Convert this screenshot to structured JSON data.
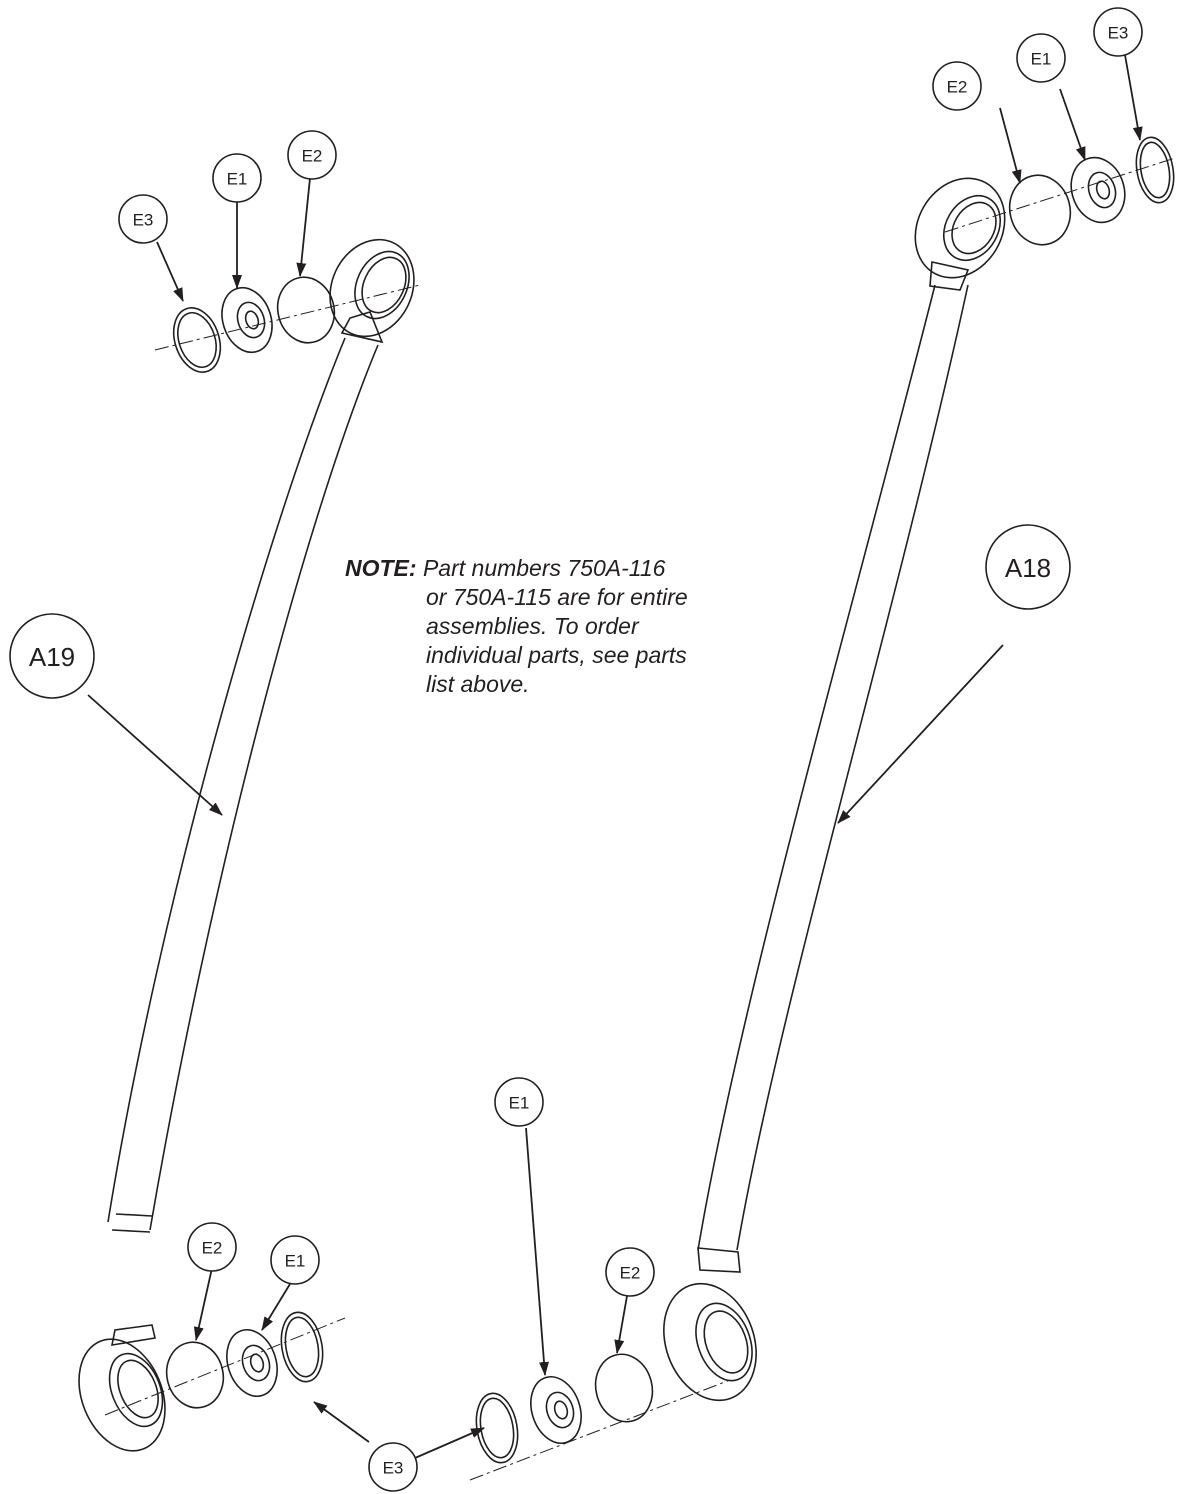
{
  "note": {
    "label": "NOTE:",
    "lines": [
      "Part numbers 750A-116",
      "or 750A-115 are for entire",
      "assemblies. To order",
      "individual parts, see parts",
      "list above."
    ]
  },
  "callouts": {
    "a19": "A19",
    "a18": "A18",
    "e1": "E1",
    "e2": "E2",
    "e3": "E3"
  }
}
